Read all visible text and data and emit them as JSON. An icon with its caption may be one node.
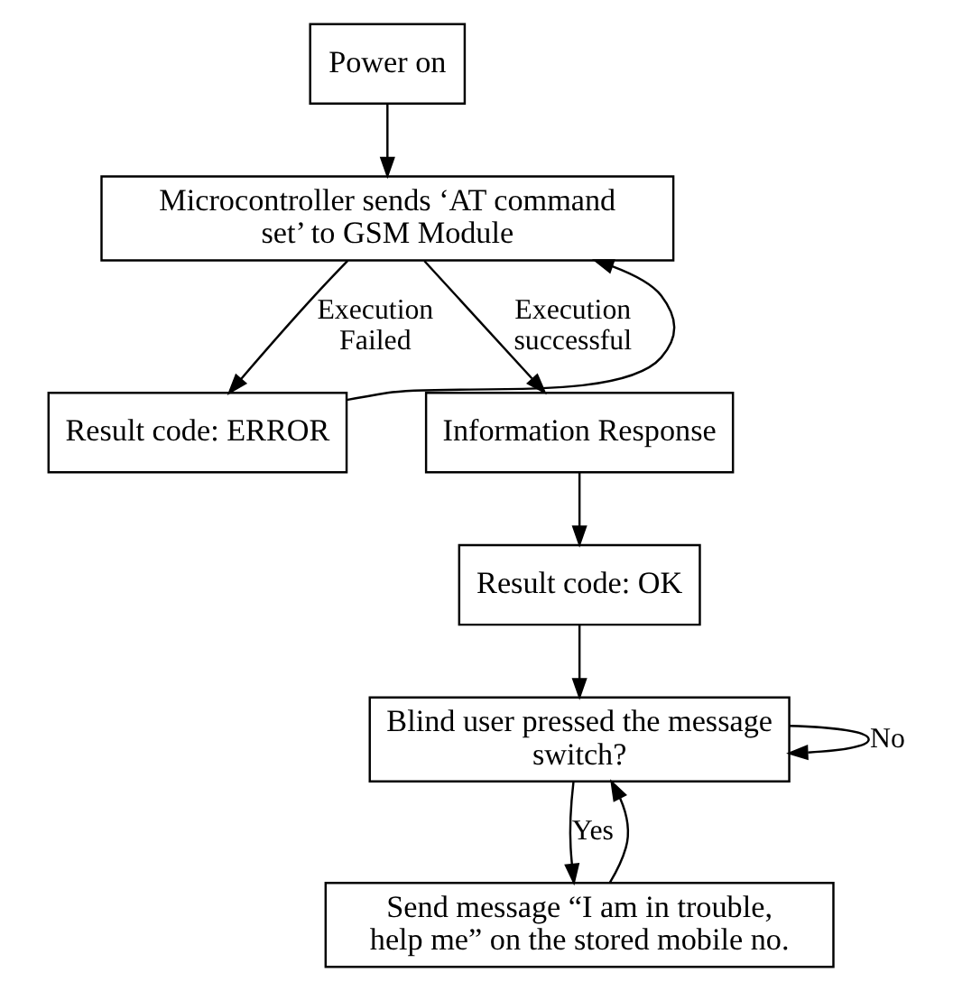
{
  "diagram": {
    "nodes": [
      {
        "text": [
          "Power on"
        ]
      },
      {
        "text": [
          "Microcontroller sends ‘AT command set’ to GSM Module"
        ]
      },
      {
        "text": [
          "Result code: ERROR"
        ]
      },
      {
        "text": [
          "Information Response"
        ]
      },
      {
        "text": [
          "Result code: OK"
        ]
      },
      {
        "text": [
          "Blind user pressed the message switch?"
        ]
      },
      {
        "text": [
          "Send message “I am in trouble, help me” on the stored mobile no."
        ]
      }
    ],
    "edges": [
      {
        "from": 0,
        "to": 1,
        "arrow": "to"
      },
      {
        "from": 1,
        "to": 2,
        "arrow": "to",
        "label": "Execution Failed"
      },
      {
        "from": 2,
        "to": 1,
        "arrow": "to"
      },
      {
        "from": 1,
        "to": 3,
        "arrow": "to",
        "label": "Execution successful"
      },
      {
        "from": 3,
        "to": 4,
        "arrow": "to"
      },
      {
        "from": 4,
        "to": 5,
        "arrow": "to"
      },
      {
        "from": 5,
        "to": 5,
        "arrow": "to",
        "label": "No"
      },
      {
        "from": 5,
        "to": 6,
        "arrow": "to",
        "label": "Yes"
      },
      {
        "from": 6,
        "to": 5,
        "arrow": "to"
      }
    ]
  }
}
